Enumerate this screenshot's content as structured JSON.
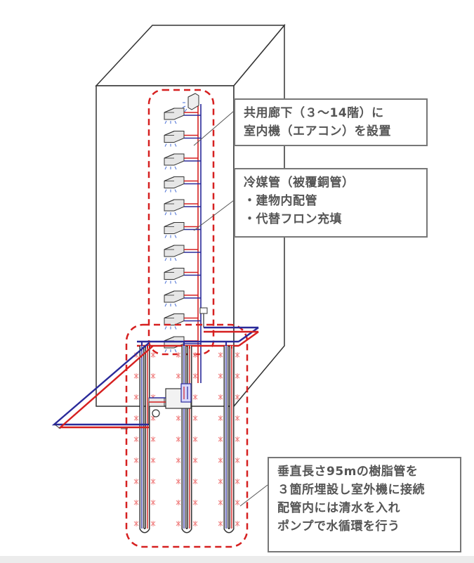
{
  "callouts": {
    "indoor_units": {
      "lines": [
        "共用廊下（３～14階）に",
        "室内機（エアコン）を設置"
      ]
    },
    "refrigerant_pipe": {
      "lines": [
        "冷媒管（被覆銅管）",
        "・建物内配管",
        "・代替フロン充填"
      ]
    },
    "ground_loop": {
      "lines": [
        "垂直長さ95mの樹脂管を",
        "３箇所埋設し室外機に接続",
        "配管内には清水を入れ",
        "ポンプで水循環を行う"
      ]
    }
  },
  "colors": {
    "building_outline": "#333333",
    "building_fill": "#ffffff",
    "highlight_dashed": "#d62020",
    "supply_pipe": "#d62020",
    "return_pipe": "#2a2a9a",
    "callout_border": "#777777",
    "callout_text": "#555555"
  },
  "icons": {
    "indoor_unit": "air-conditioner-icon",
    "pump": "pump-icon",
    "outdoor_unit": "heat-pump-unit-icon",
    "heat_glow": "heat-dissipation-icon"
  },
  "indoor_unit_count": 11,
  "borehole_count": 3
}
